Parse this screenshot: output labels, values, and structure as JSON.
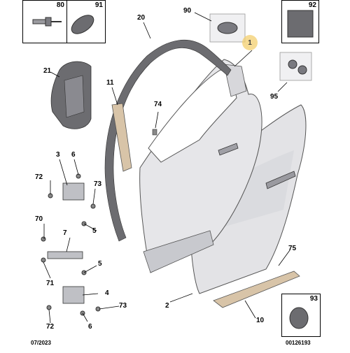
{
  "footer": {
    "date": "07/2023",
    "code": "00126193"
  },
  "boxes": {
    "b80": "80",
    "b91": "91",
    "b92": "92",
    "b93": "93"
  },
  "callouts": {
    "c1": "1",
    "c2": "2",
    "c3": "3",
    "c4": "4",
    "c5a": "5",
    "c5b": "5",
    "c6a": "6",
    "c6b": "6",
    "c7": "7",
    "c10": "10",
    "c11": "11",
    "c20": "20",
    "c21": "21",
    "c70": "70",
    "c71": "71",
    "c72a": "72",
    "c72b": "72",
    "c73a": "73",
    "c73b": "73",
    "c74": "74",
    "c75": "75",
    "c90": "90",
    "c95": "95"
  },
  "colors": {
    "panel": "#e3e3e6",
    "panel_shade": "#cfd0d4",
    "seal": "#d9d9dc",
    "dark_part": "#6c6c70",
    "highlight": "#f4d06f"
  }
}
